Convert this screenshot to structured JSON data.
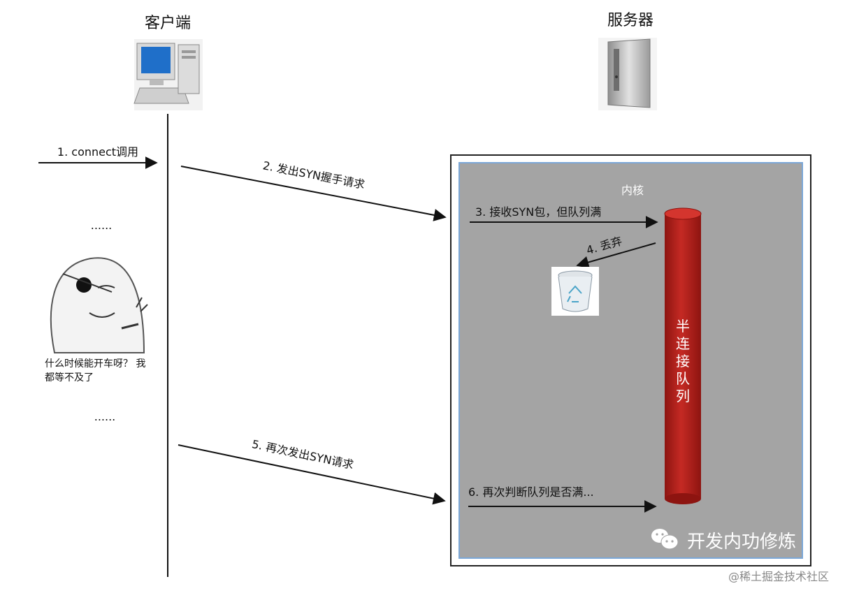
{
  "client": {
    "title": "客户端",
    "icon": "desktop-computer-icon"
  },
  "server": {
    "title": "服务器",
    "icon": "server-tower-icon"
  },
  "steps": {
    "s1": "1. connect调用",
    "s2": "2. 发出SYN握手请求",
    "s3": "3. 接收SYN包，但队列满",
    "s4": "4. 丢弃",
    "s5": "5. 再次发出SYN请求",
    "s6": "6. 再次判断队列是否满..."
  },
  "ellipsis_top": "......",
  "ellipsis_bottom": "......",
  "meme": {
    "line1": "什么时候能开车呀？ 我",
    "line2": "都等不及了",
    "icon": "waiting-face-meme-icon"
  },
  "kernel": {
    "label": "内核",
    "bg_color": "#a4a4a4",
    "border_color": "#7ba7d8"
  },
  "queue": {
    "chars": [
      "半",
      "连",
      "接",
      "队",
      "列"
    ],
    "color": "#b5201c"
  },
  "trash": {
    "icon": "recycle-bin-icon"
  },
  "watermark": {
    "text": "开发内功修炼",
    "icon": "wechat-icon"
  },
  "credit": "@稀土掘金技术社区"
}
